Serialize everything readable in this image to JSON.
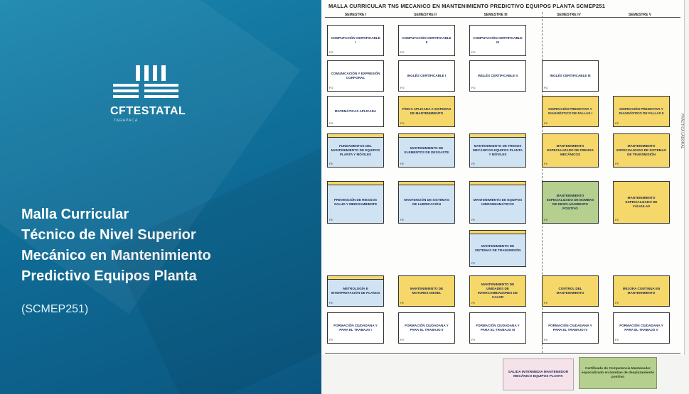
{
  "presentation": {
    "logo_text": "CFTESTATAL",
    "logo_sub": "TARAPACA",
    "title_lines": [
      "Malla Curricular",
      "Técnico de Nivel Superior",
      "Mecánico en Mantenimiento",
      "Predictivo Equipos Planta"
    ],
    "code": "(SCMEP251)"
  },
  "sheet": {
    "title": "MALLA CURRICULAR TNS MECANICO EN MANTENIMIENTO PREDICTIVO EQUIPOS PLANTA SCMEP251",
    "semesters": [
      "SEMESTRE I",
      "SEMESTRE II",
      "SEMESTRE III",
      "SEMESTRE IV",
      "SEMESTRE V"
    ],
    "side_label": "PRÁCTICA LABORAL",
    "courses": {
      "s1": [
        {
          "label": "COMPUTACIÓN CERTIFICABLE I",
          "tag": "FG"
        },
        {
          "label": "COMUNICACIÓN Y EXPRESIÓN CORPORAL",
          "tag": "FG"
        },
        {
          "label": "MATEMÁTICAS APLICADA",
          "tag": "FG"
        },
        {
          "label": "FUNDAMENTOS DEL MANTENIMIENTO DE EQUIPOS PLANTA Y MÓVILES",
          "tag": "FE"
        },
        {
          "label": "PREVENCIÓN DE RIESGOS SALUD Y MEDIOAMBIENTE",
          "tag": "FE"
        },
        {
          "label": "METROLOGÍA E INTERPRETACIÓN DE PLANOS",
          "tag": "FE"
        },
        {
          "label": "FORMACIÓN CIUDADANA Y PARA EL TRABAJO I",
          "tag": "FV"
        }
      ],
      "s2": [
        {
          "label": "COMPUTACIÓN CERTIFICABLE II",
          "tag": "FG"
        },
        {
          "label": "INGLÉS CERTIFICABLE I",
          "tag": "FG"
        },
        {
          "label": "FÍSICA APLICADA A SISTEMAS DE MANTENIMIENTO",
          "tag": "FG"
        },
        {
          "label": "MANTENIMIENTO DE ELEMENTOS DE DESGASTE",
          "tag": "FE"
        },
        {
          "label": "MANTENCIÓN DE SISTEMAS DE LUBRICACIÓN",
          "tag": "FE"
        },
        {
          "label": "MANTENIMIENTO DE MOTORES DIESEL",
          "tag": "FE"
        },
        {
          "label": "FORMACIÓN CIUDADANA Y PARA EL TRABAJO II",
          "tag": "FV"
        }
      ],
      "s3": [
        {
          "label": "COMPUTACIÓN CERTIFICABLE III",
          "tag": "FG"
        },
        {
          "label": "INGLÉS CERTIFICABLE II",
          "tag": "FG"
        },
        {
          "label": "MANTENIMIENTO DE FRENOS MECÁNICOS EQUIPOS PLANTA Y MÓVILES",
          "tag": "FE"
        },
        {
          "label": "MANTENIMIENTO DE EQUIPOS HIDRONEUMÁTICOS",
          "tag": "FE"
        },
        {
          "label": "MANTENIMIENTO DE SISTEMAS DE TRANSMISIÓN",
          "tag": "FE"
        },
        {
          "label": "MANTENIMIENTO DE UNIDADES DE INTERCAMBIADORES DE CALOR",
          "tag": "FE"
        },
        {
          "label": "FORMACIÓN CIUDADANA Y PARA EL TRABAJO III",
          "tag": "FV"
        }
      ],
      "s4": [
        {
          "label": "INGLÉS CERTIFICABLE III",
          "tag": "FG"
        },
        {
          "label": "INSPECCIÓN PREDICTIVA Y DIAGNÓSTICO DE FALLAS I",
          "tag": "FE"
        },
        {
          "label": "MANTENIMIENTO ESPECIALIZADO DE FRENOS MECÁNICOS",
          "tag": "FE"
        },
        {
          "label": "MANTENIMIENTO ESPECIALIZADO DE BOMBAS DE DESPLAZAMIENTO POSITIVO",
          "tag": "FE"
        },
        {
          "label": "CONTROL DEL MANTENIMIENTO",
          "tag": "FE"
        },
        {
          "label": "FORMACIÓN CIUDADANA Y PARA EL TRABAJO IV",
          "tag": "FV"
        }
      ],
      "s5": [
        {
          "label": "INSPECCIÓN PREDICTIVA Y DIAGNÓSTICO DE FALLAS II",
          "tag": "FE"
        },
        {
          "label": "MANTENIMIENTO ESPECIALIZADO DE SISTEMAS DE TRANSMISIÓN",
          "tag": "FE"
        },
        {
          "label": "MANTENIMIENTO ESPECIALIZADO DE VÁLVULAS",
          "tag": "FE"
        },
        {
          "label": "MEJORA CONTINUA EN MANTENIMIENTO",
          "tag": "FE"
        },
        {
          "label": "FORMACIÓN CIUDADANA Y PARA EL TRABAJO V",
          "tag": "FV"
        }
      ]
    },
    "legend": {
      "exit": "SALIDA INTERMEDIA MANTENEDOR MECÁNICO EQUIPOS PLANTA",
      "certificate": "Certificado de Competencia Mantenedor especializado en bombas de desplazamiento positivo"
    },
    "colors": {
      "white": "#ffffff",
      "yellow": "#f5d76a",
      "blue": "#cfe3f3",
      "green": "#b5cf8f",
      "panel": "#0f6e98"
    }
  }
}
